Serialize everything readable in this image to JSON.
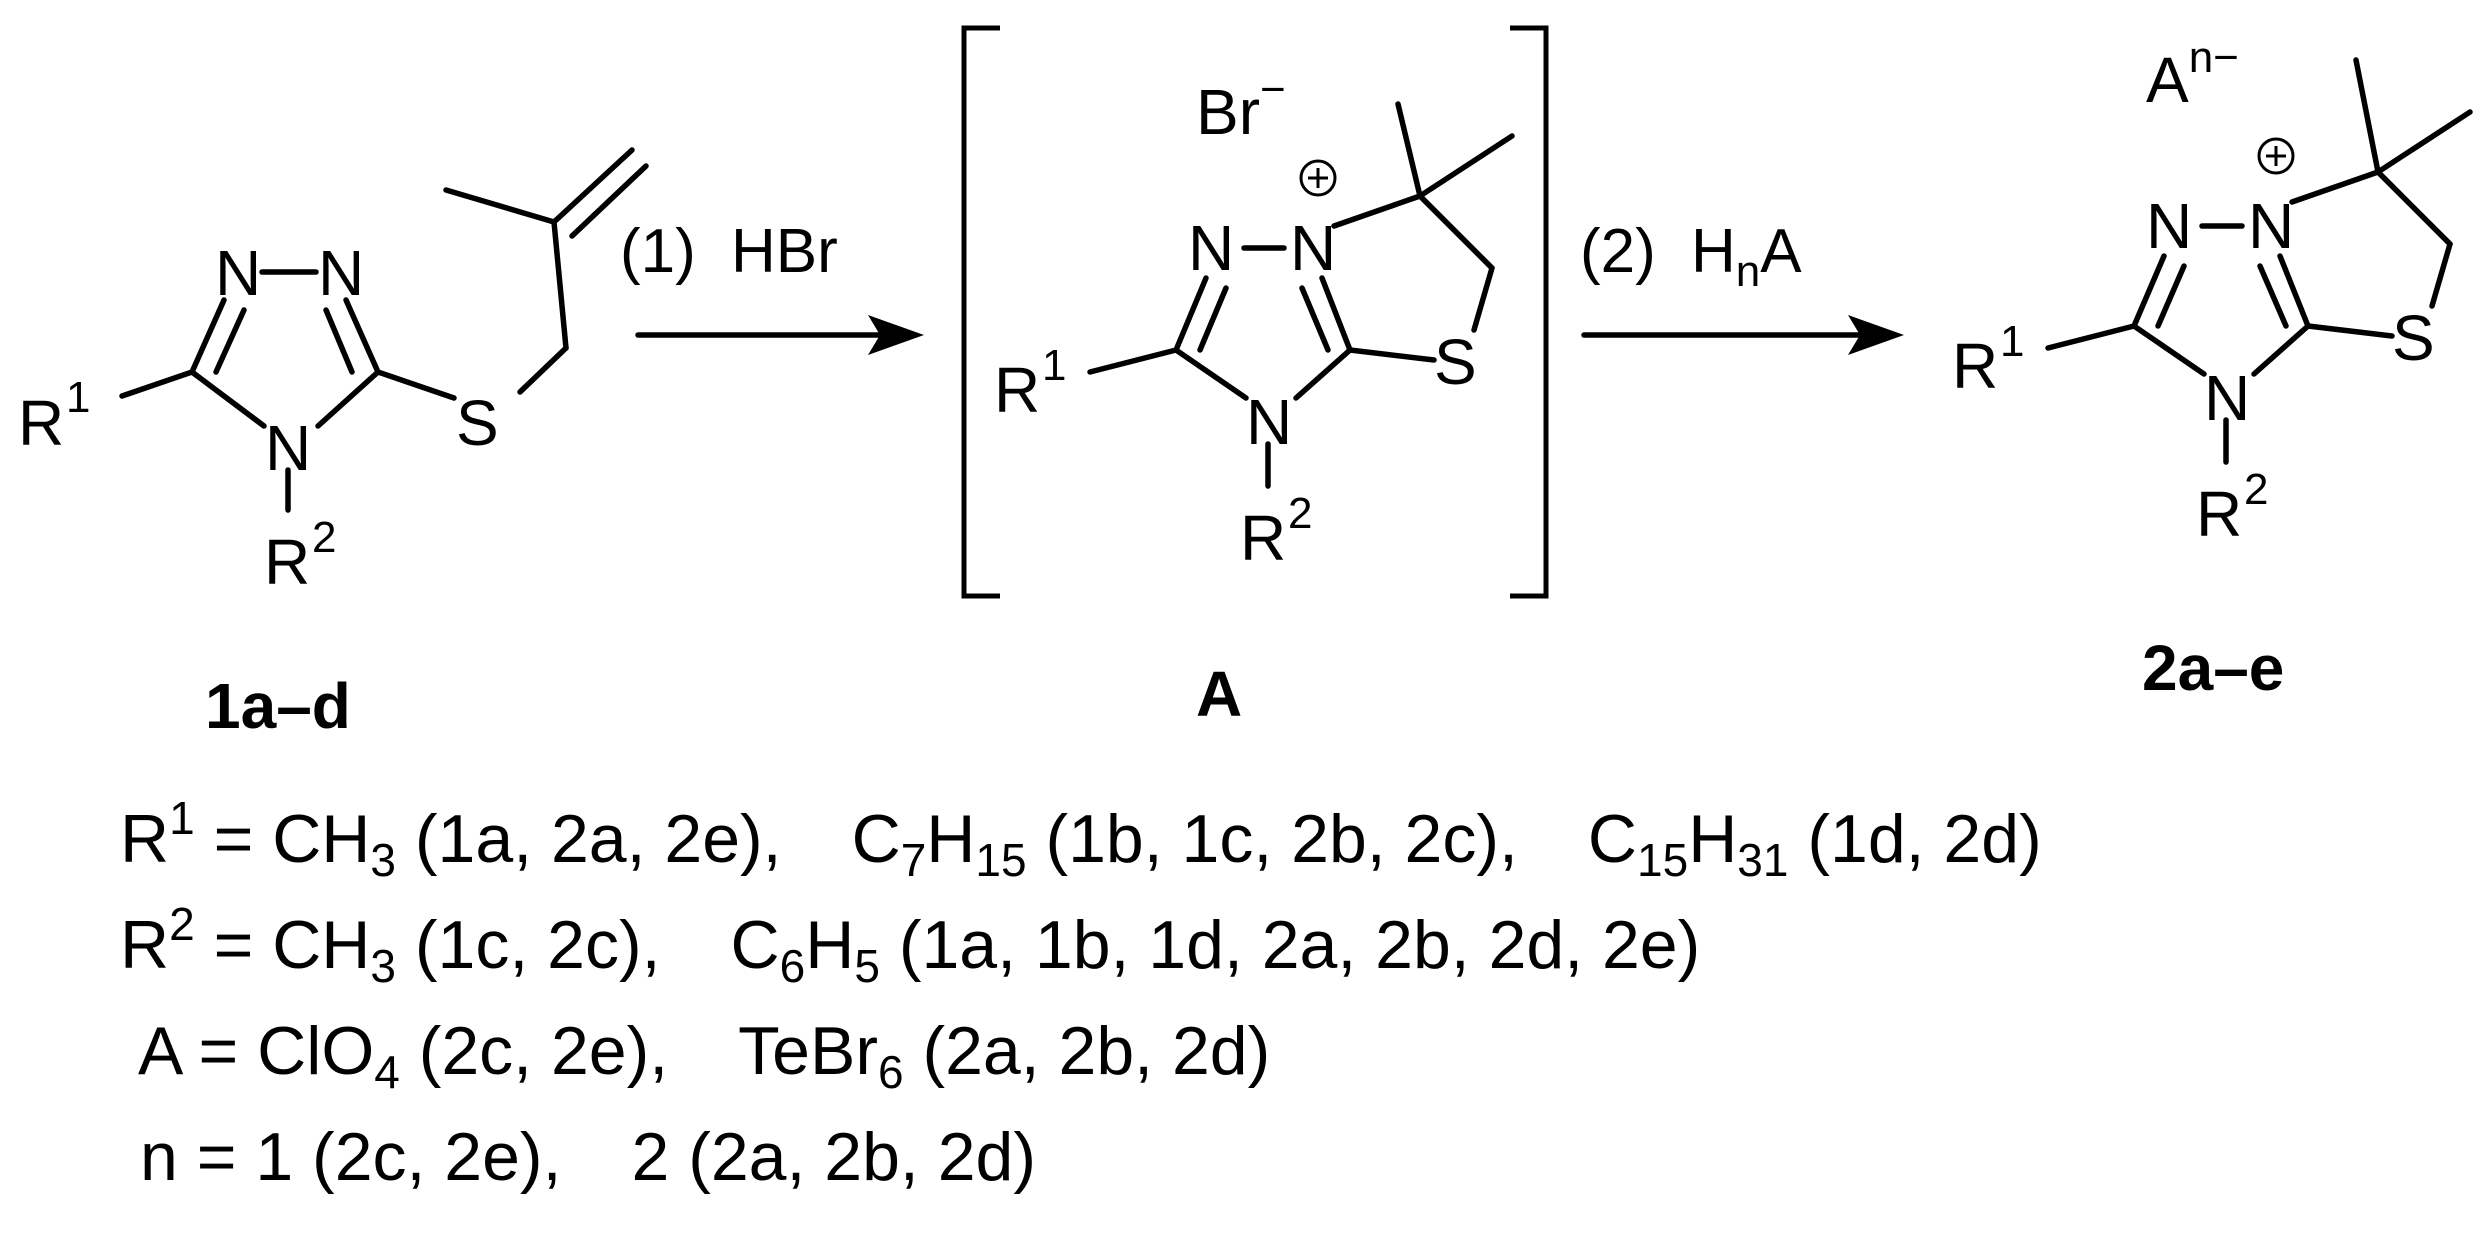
{
  "step1": {
    "num": "(1)",
    "reagent": "HBr"
  },
  "step2": {
    "num": "(2)",
    "reagent_main": "H",
    "reagent_sub": "n",
    "reagent_tail": "A"
  },
  "compounds": {
    "start": "1a–d",
    "intermediate": "A",
    "product": "2a–e"
  },
  "atoms": {
    "N": "N",
    "S": "S",
    "R": "R",
    "one": "1",
    "two": "2",
    "plus": "+"
  },
  "counterions": {
    "intermediate_ion": "Br",
    "intermediate_charge": "−",
    "product_ion": "A",
    "product_charge": "n−"
  },
  "legend": [
    {
      "label": "R",
      "label_sup": "1",
      "eq": " = ",
      "items": [
        {
          "formula": [
            [
              "CH",
              ""
            ],
            [
              "3",
              "sub"
            ]
          ],
          "refs": " (1a, 2a, 2e),"
        },
        {
          "formula": [
            [
              "C",
              ""
            ],
            [
              "7",
              "sub"
            ],
            [
              "H",
              ""
            ],
            [
              "15",
              "sub"
            ]
          ],
          "refs": " (1b, 1c, 2b, 2c),"
        },
        {
          "formula": [
            [
              "C",
              ""
            ],
            [
              "15",
              "sub"
            ],
            [
              "H",
              ""
            ],
            [
              "31",
              "sub"
            ]
          ],
          "refs": " (1d, 2d)"
        }
      ]
    },
    {
      "label": "R",
      "label_sup": "2",
      "eq": " = ",
      "items": [
        {
          "formula": [
            [
              "CH",
              ""
            ],
            [
              "3",
              "sub"
            ]
          ],
          "refs": " (1c, 2c),"
        },
        {
          "formula": [
            [
              "C",
              ""
            ],
            [
              "6",
              "sub"
            ],
            [
              "H",
              ""
            ],
            [
              "5",
              "sub"
            ]
          ],
          "refs": " (1a, 1b, 1d, 2a, 2b, 2d, 2e)"
        }
      ]
    },
    {
      "label": "A",
      "label_sup": "",
      "eq": " = ",
      "items": [
        {
          "formula": [
            [
              "ClO",
              ""
            ],
            [
              "4",
              "sub"
            ]
          ],
          "refs": " (2c, 2e),"
        },
        {
          "formula": [
            [
              "TeBr",
              ""
            ],
            [
              "6",
              "sub"
            ]
          ],
          "refs": " (2a, 2b, 2d)"
        }
      ]
    },
    {
      "label": "n",
      "label_sup": "",
      "eq": " = ",
      "items": [
        {
          "formula": [
            [
              "1",
              ""
            ]
          ],
          "refs": " (2c, 2e),"
        },
        {
          "formula": [
            [
              "2",
              ""
            ]
          ],
          "refs": " (2a, 2b, 2d)"
        }
      ]
    }
  ]
}
